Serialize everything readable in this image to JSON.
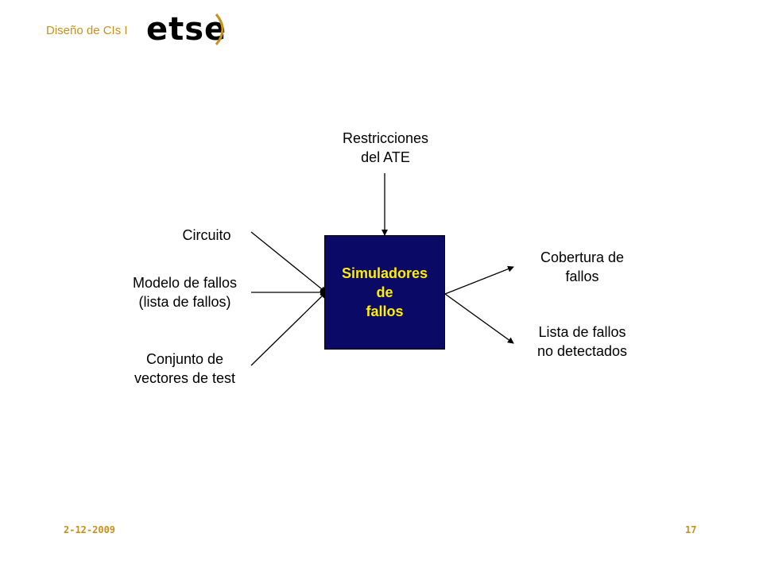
{
  "header": {
    "title": "Diseño de CIs I",
    "logo_text": "etse"
  },
  "diagram": {
    "box_label": "Simuladores\nde\nfallos",
    "top_input": "Restricciones\ndel ATE",
    "inputs": [
      "Circuito",
      "Modelo de fallos\n(lista de fallos)",
      "Conjunto de\nvectores de test"
    ],
    "outputs": [
      "Cobertura de\nfallos",
      "Lista de fallos\nno detectados"
    ]
  },
  "footer": {
    "date": "2-12-2009",
    "page": "17"
  },
  "colors": {
    "box": "#0a0a66",
    "box_text": "#ffee00",
    "accent": "#c8901a"
  }
}
